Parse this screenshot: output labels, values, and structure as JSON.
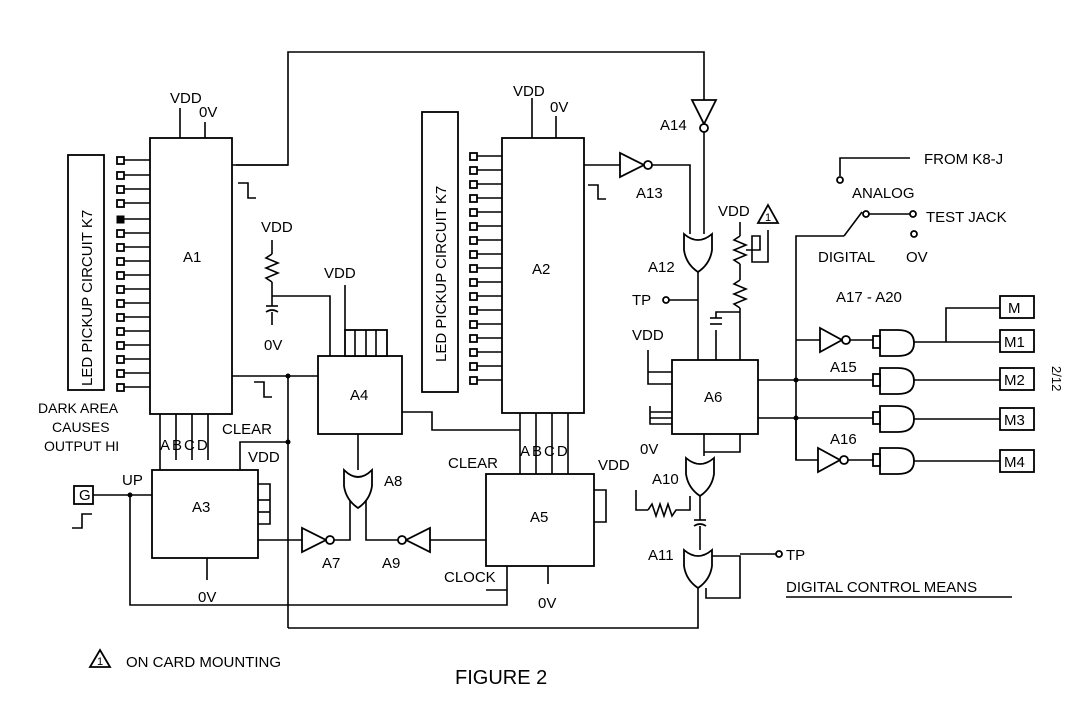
{
  "labels": {
    "vdd": "VDD",
    "zero_v": "0V",
    "ov_letter": "OV",
    "led_pickup_1": "LED PICKUP  CIRCUIT K7",
    "led_pickup_2": "LED PICKUP  CIRCUIT K7",
    "a1": "A1",
    "a2": "A2",
    "a3": "A3",
    "a4": "A4",
    "a5": "A5",
    "a6": "A6",
    "a7": "A7",
    "a8": "A8",
    "a9": "A9",
    "a10": "A10",
    "a11": "A11",
    "a12": "A12",
    "a13": "A13",
    "a14": "A14",
    "a15": "A15",
    "a16": "A16",
    "a17_a20": "A17 - A20",
    "dark_area_1": "DARK AREA",
    "dark_area_2": "CAUSES",
    "dark_area_3": "OUTPUT HI",
    "abcd": "ABCD",
    "clear": "CLEAR",
    "clock": "CLOCK",
    "up": "UP",
    "g": "G",
    "tp": "TP",
    "from_k8j": "FROM K8-J",
    "analog": "ANALOG",
    "digital": "DIGITAL",
    "test_jack": "TEST JACK",
    "m": "M",
    "m1": "M1",
    "m2": "M2",
    "m3": "M3",
    "m4": "M4",
    "page_no": "2/12",
    "warning_num": "1",
    "on_card": "ON CARD MOUNTING",
    "dcm": "DIGITAL CONTROL MEANS",
    "figure": "FIGURE 2"
  }
}
